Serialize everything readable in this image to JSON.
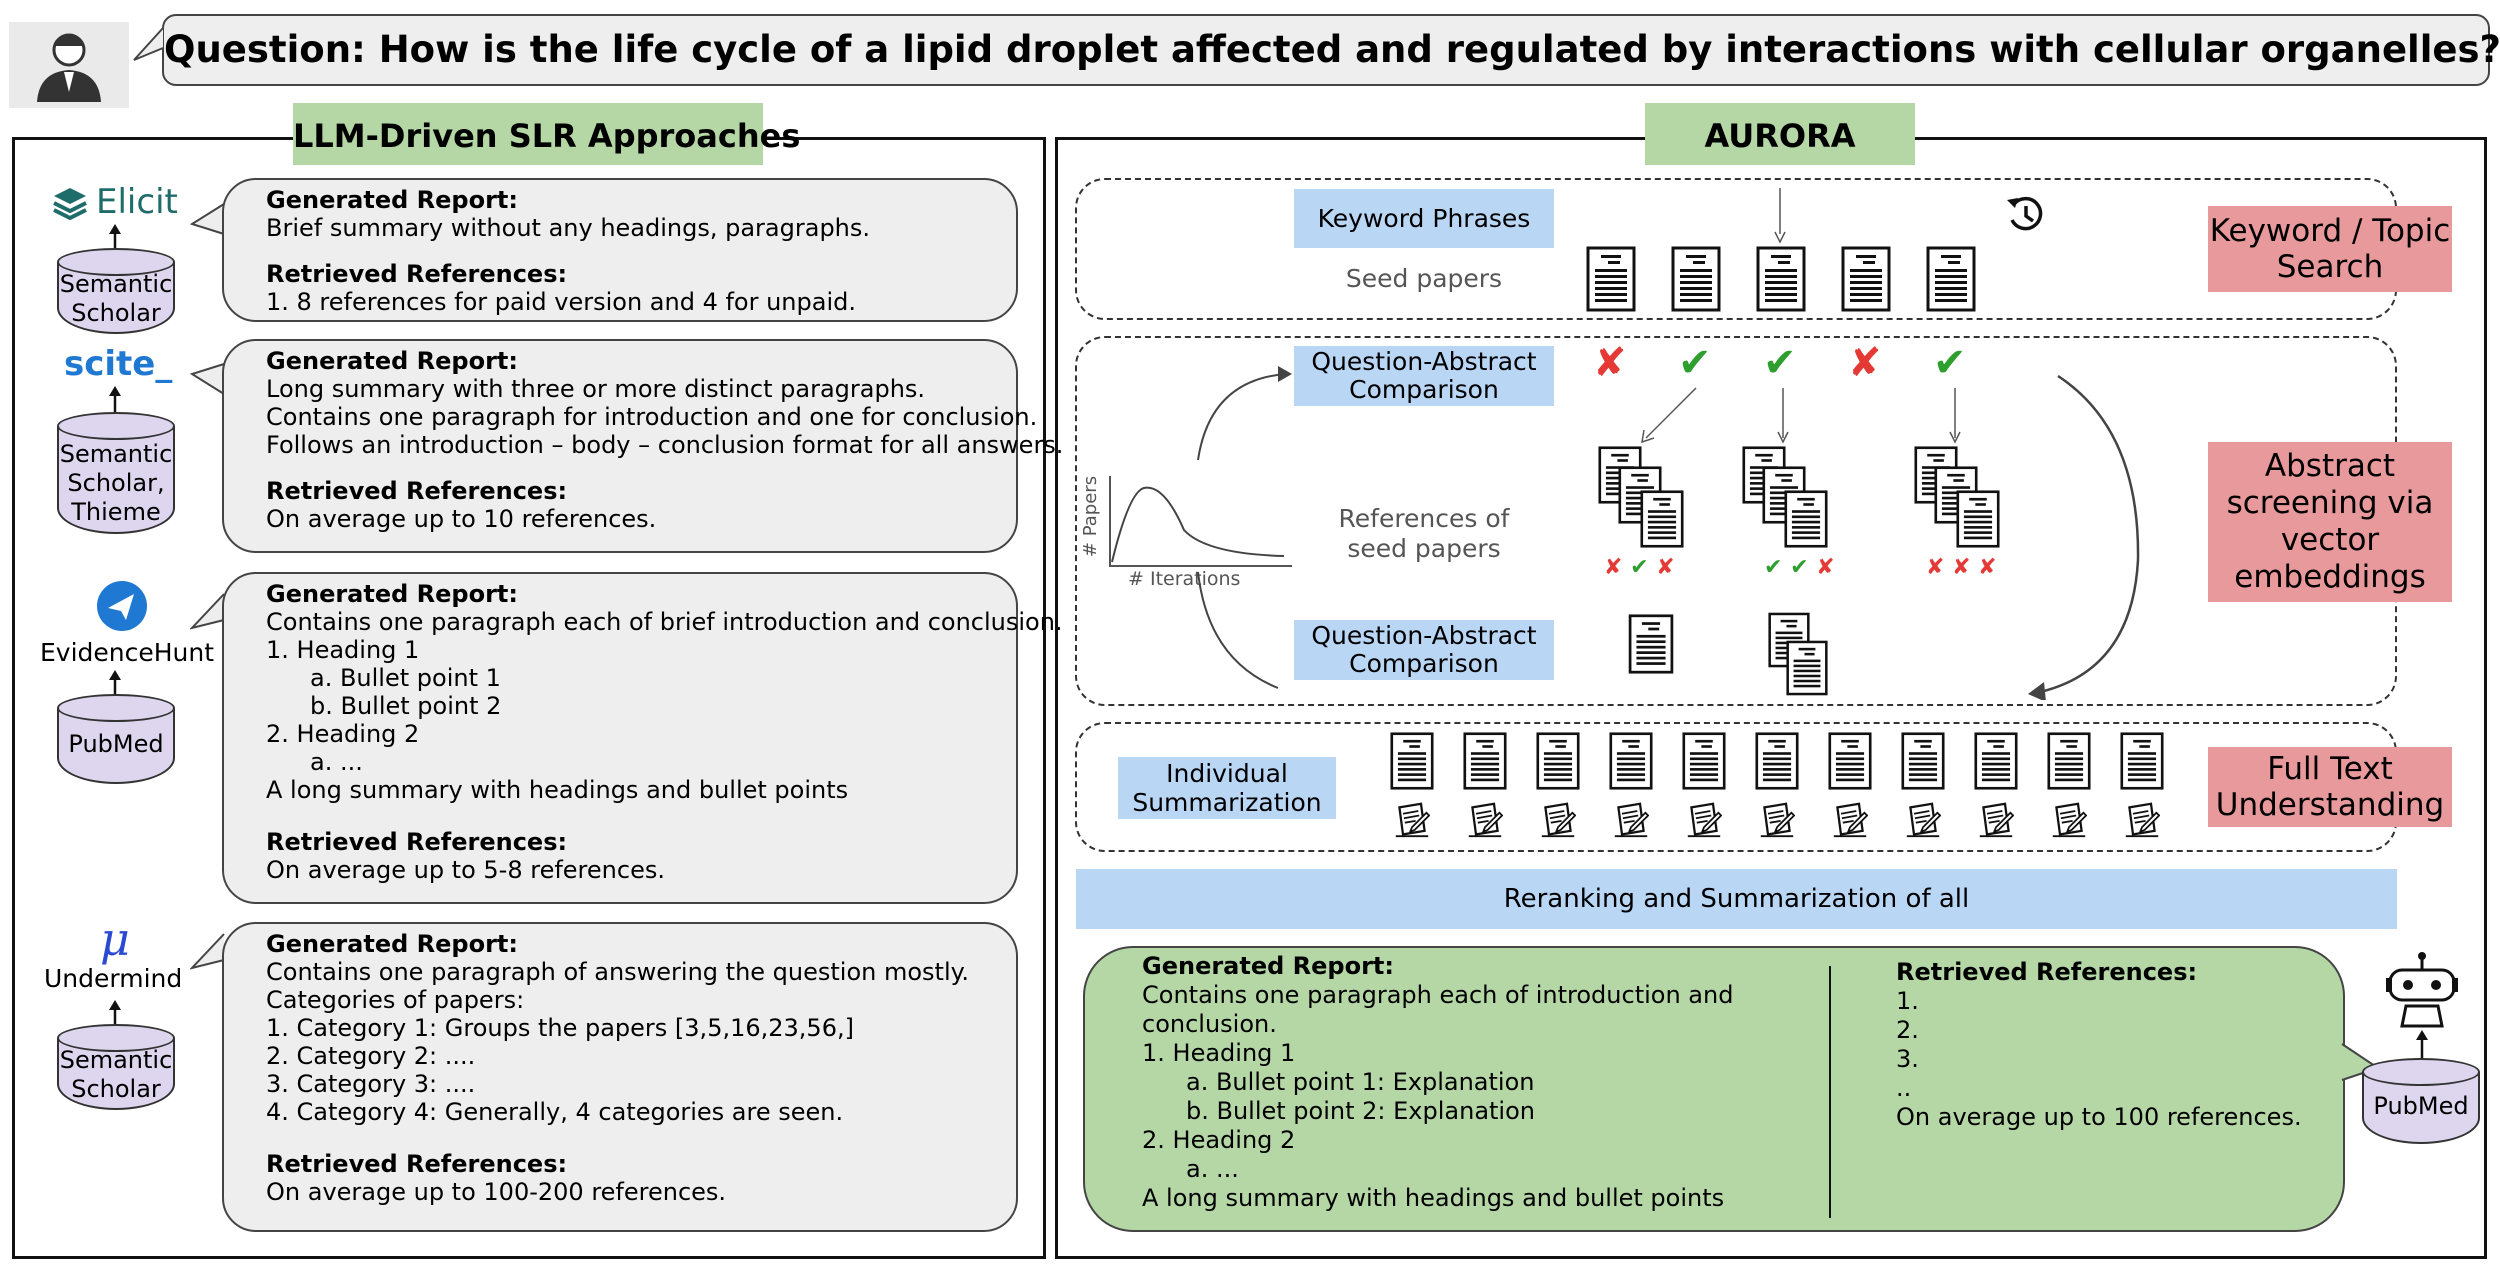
{
  "question": "Question: How is the life cycle of a lipid droplet affected and regulated by interactions with cellular organelles?",
  "left_panel": {
    "title": "LLM-Driven SLR Approaches",
    "tools": [
      {
        "logo": "Elicit",
        "source": [
          "Semantic",
          "Scholar"
        ],
        "lines": [
          "Generated Report:",
          "Brief summary without any headings, paragraphs.",
          "Retrieved References:",
          "1.    8 references for paid version and 4 for unpaid."
        ]
      },
      {
        "logo": "scite_",
        "source": [
          "Semantic",
          "Scholar,",
          "Thieme"
        ],
        "lines": [
          "Generated Report:",
          "Long summary with three or more  distinct paragraphs.",
          "Contains one paragraph for introduction and one for conclusion.",
          "Follows an introduction – body – conclusion format for all answers.",
          "Retrieved References:",
          "On average up to 10 references."
        ]
      },
      {
        "logo": "EvidenceHunt",
        "source": [
          "PubMed"
        ],
        "lines": [
          "Generated Report:",
          "Contains one paragraph each of brief introduction and conclusion.",
          "1.    Heading 1",
          "a.    Bullet point 1",
          "b.    Bullet point 2",
          "2.    Heading 2",
          "a.    ...",
          "A long summary with headings and bullet points",
          "Retrieved References:",
          "On average up to 5-8 references."
        ]
      },
      {
        "logo": "Undermind",
        "source": [
          "Semantic",
          "Scholar"
        ],
        "lines": [
          "Generated Report:",
          "Contains one paragraph of answering the question mostly.",
          "Categories of papers:",
          "1.    Category 1: Groups the papers [3,5,16,23,56,]",
          "2.    Category 2: ....",
          "3.    Category 3: ....",
          "4.    Category 4: Generally, 4 categories are seen.",
          "Retrieved References:",
          "On average up to 100-200  references."
        ]
      }
    ]
  },
  "right_panel": {
    "title": "AURORA",
    "keyword_phrases": "Keyword Phrases",
    "seed_papers": "Seed papers",
    "stage1_label": "Keyword / Topic Search",
    "qa_comparison_top": [
      "Question-Abstract",
      "Comparison"
    ],
    "qa_comparison_bottom": [
      "Question-Abstract",
      "Comparison"
    ],
    "references_of_seed": [
      "References of",
      "seed papers"
    ],
    "plot_ylabel": "# Papers",
    "plot_xlabel": "# Iterations",
    "stage2_label": [
      "Abstract",
      "screening via",
      "vector",
      "embeddings"
    ],
    "individual_summarization": [
      "Individual",
      "Summarization"
    ],
    "stage3_label": [
      "Full Text",
      "Understanding"
    ],
    "rerank": "Reranking and Summarization of all",
    "report_lines": [
      "Generated Report:",
      "Contains one paragraph each of introduction and",
      "conclusion.",
      "1.    Heading 1",
      "a.    Bullet point 1: Explanation",
      "b.    Bullet point 2: Explanation",
      "2.    Heading 2",
      "a.    ...",
      "A long summary with headings and bullet points"
    ],
    "refs_lines": [
      "Retrieved References:",
      "1.",
      "2.",
      "3.",
      "..",
      "On average up to 100 references."
    ],
    "source": "PubMed"
  }
}
